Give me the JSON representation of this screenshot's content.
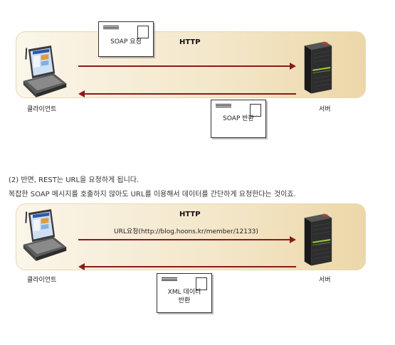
{
  "diagram1": {
    "protocol": "HTTP",
    "client_label": "클라이언트",
    "server_label": "서버",
    "request_envelope": "SOAP 요청",
    "response_envelope": "SOAP 반환"
  },
  "description": {
    "line1": "(2) 반면, REST는 URL을 요청하게 됩니다.",
    "line2": "복잡한 SOAP 메시지를 호출하지 않아도 URL를 이용해서 데이터를 간단하게 요청한다는 것이죠."
  },
  "diagram2": {
    "protocol": "HTTP",
    "request_url": "URL요청(http://blog.hoons.kr/member/12133)",
    "client_label": "클라이언트",
    "server_label": "서버",
    "response_envelope_line1": "XML 데이터",
    "response_envelope_line2": "반환"
  },
  "colors": {
    "arrow": "#8a1a1a",
    "panel": "#f3e6c8"
  }
}
